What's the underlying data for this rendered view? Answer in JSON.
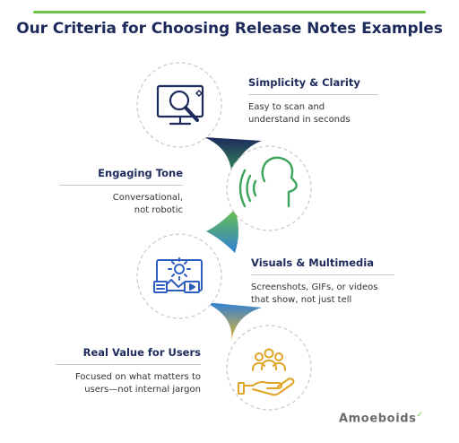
{
  "title": "Our Criteria for Choosing Release Notes Examples",
  "criteria": [
    {
      "heading": "Simplicity & Clarity",
      "line1": "Easy to scan and",
      "line2": "understand in seconds",
      "icon": "magnifier-monitor-icon"
    },
    {
      "heading": "Engaging Tone",
      "line1": "Conversational,",
      "line2": "not robotic",
      "icon": "speaking-head-icon"
    },
    {
      "heading": "Visuals & Multimedia",
      "line1": "Screenshots, GIFs, or videos",
      "line2": "that show, not just tell",
      "icon": "media-gear-icon"
    },
    {
      "heading": "Real Value for Users",
      "line1": "Focused on what matters to",
      "line2": "users—not internal jargon",
      "icon": "hand-users-icon"
    }
  ],
  "brand": {
    "name": "Amoeboids"
  },
  "colors": {
    "navy": "#1d2a5c",
    "green": "#6cc24a",
    "blue": "#2e7fd6",
    "yellow": "#f2b928",
    "icon_blue": "#2e5fbf",
    "icon_green": "#3da35a",
    "icon_gold": "#e0a526"
  }
}
